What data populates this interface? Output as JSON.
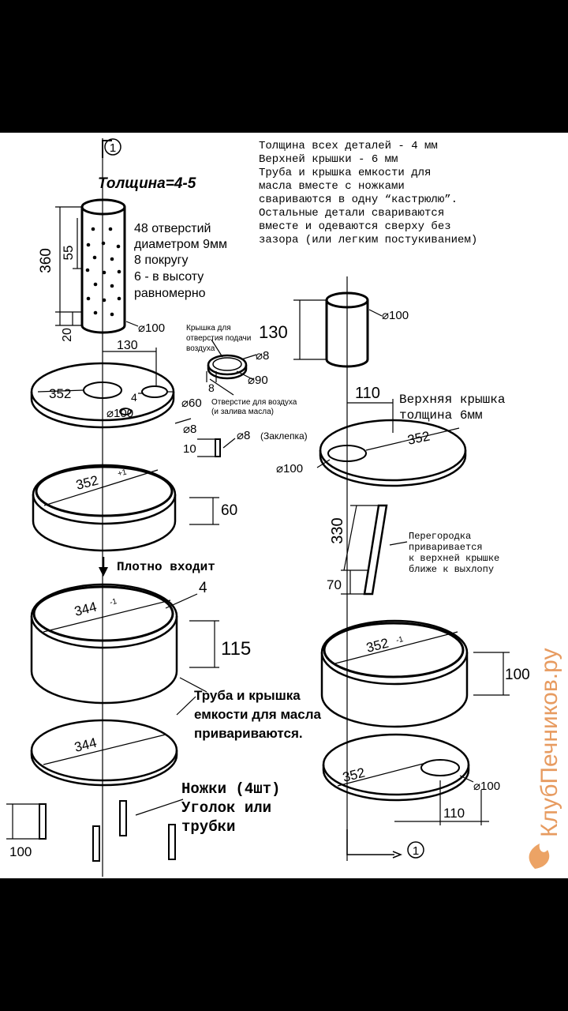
{
  "labels": {
    "axis_marker": "1",
    "thickness_tube": "Толщина=4-5",
    "holes_note": [
      "48 отверстий",
      "диаметром 9мм",
      "8 покругу",
      "6 - в высоту",
      "равномерно"
    ],
    "cap_note": [
      "Крышка для",
      "отверстия подачи",
      "воздуха"
    ],
    "air_hole_note": [
      "Отверстие для воздуха",
      "(и залива масла)"
    ],
    "rivet": "(Заклепка)",
    "fits_tightly": "Плотно входит",
    "weld_note": [
      "Труба и крышка",
      "емкости для масла",
      "привариваются."
    ],
    "legs_note": [
      "Ножки (4шт)",
      "Уголок или",
      "трубки"
    ],
    "general_note": [
      "Толщина всех деталей - 4 мм",
      "Верхней крышки - 6 мм",
      "Труба и крышка емкости для",
      "масла вместе с ножками",
      "свариваются в одну “кастрюлю”.",
      "Остальные детали свариваются",
      "вместе и одеваются сверху без",
      "зазора (или легким постукиванием)"
    ],
    "top_lid_note": [
      "Верхняя крышка",
      "толщина 6мм"
    ],
    "baffle_note": [
      "Перегородка",
      "приваривается",
      "к верхней крышке",
      "ближе к выхлопу"
    ]
  },
  "dimensions": {
    "tube_height": "360",
    "hole_spacing": "55",
    "bottom_gap": "20",
    "tube_diameter": "⌀100",
    "hole_offset": "130",
    "plate_diameter": "352",
    "plate_thickness": "4",
    "plate_center_hole": "⌀100",
    "plate_air_hole": "⌀60",
    "plate_small_hole": "⌀8",
    "pipe_height": "130",
    "cap_hole": "⌀8",
    "cap_diameter": "⌀90",
    "cap_height": "8",
    "rivet": "⌀8",
    "rivet_length": "10",
    "ring_diameter": "352",
    "ring_tolerance": "+1",
    "ring_height": "60",
    "container_diameter": "344",
    "container_tolerance": "-1",
    "container_wall": "4",
    "container_height": "115",
    "lid_diameter": "344",
    "leg_length": "100",
    "pipe_diameter": "⌀100",
    "pipe_offset": "110",
    "top_lid_diameter": "352",
    "top_lid_hole": "⌀100",
    "baffle_height": "330",
    "baffle_width": "70",
    "lower_ring_diameter": "352",
    "lower_ring_tolerance": "-1",
    "lower_ring_height": "100",
    "bottom_plate_diameter": "352",
    "bottom_plate_hole": "⌀100",
    "bottom_plate_offset": "110"
  },
  "watermark": {
    "text": "КлубПечников.ру"
  }
}
